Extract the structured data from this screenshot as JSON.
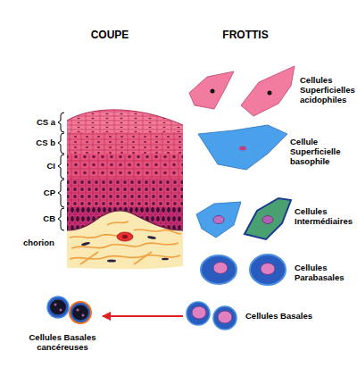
{
  "diagram": {
    "nodes": [
      {
        "text": [
          "Cellules Superficielles acidophiles"
        ]
      },
      {
        "text": [
          "Cellule Superficielle basophile"
        ]
      },
      {
        "text": [
          "Cellules Intermédiaires"
        ]
      },
      {
        "text": [
          "Cellules Parabasales"
        ]
      },
      {
        "text": [
          "Cellules Basales"
        ]
      },
      {
        "text": [
          "Cellules Basales cancéreuses"
        ]
      }
    ],
    "edges": [
      {
        "from": 4,
        "to": 5,
        "arrow": "to"
      }
    ],
    "labels": [
      "COUPE",
      "FROTTIS",
      "CS a",
      "CS b",
      "CI",
      "CP",
      "CB",
      "chorion"
    ]
  }
}
